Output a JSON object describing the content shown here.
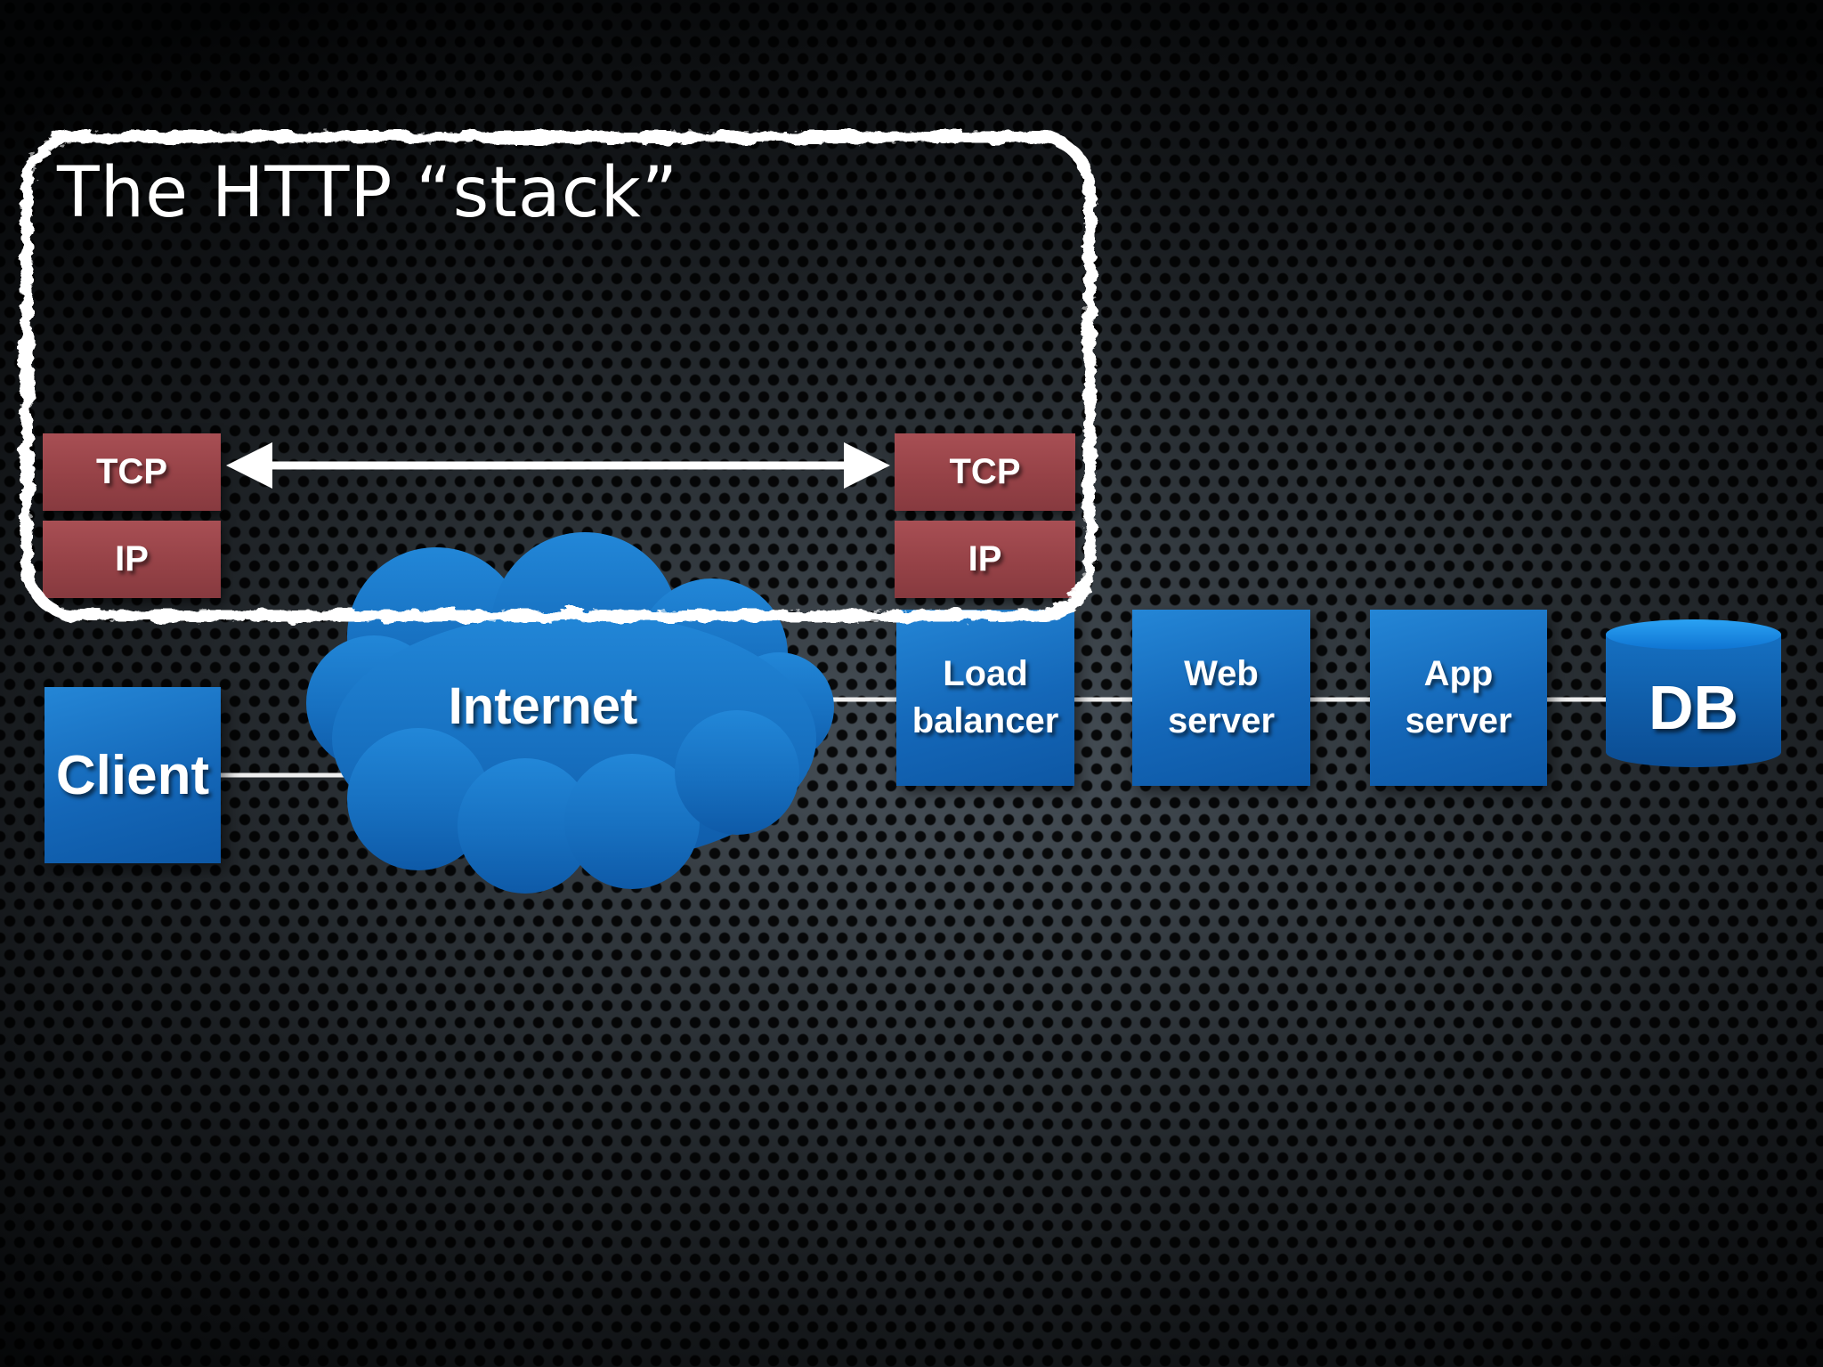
{
  "title": "The HTTP “stack”",
  "protocol_stack": {
    "client_side": {
      "tcp": "TCP",
      "ip": "IP"
    },
    "server_side": {
      "tcp": "TCP",
      "ip": "IP"
    }
  },
  "nodes": {
    "client": "Client",
    "internet": "Internet",
    "load_balancer": "Load balancer",
    "web_server": "Web server",
    "app_server": "App server",
    "database": "DB"
  },
  "colors": {
    "node_blue": "#1467b8",
    "protocol_red": "#964247",
    "cloud_blue": "#1973c4",
    "db_top_blue": "#1e93ec",
    "chalk_white": "#ffffff"
  }
}
